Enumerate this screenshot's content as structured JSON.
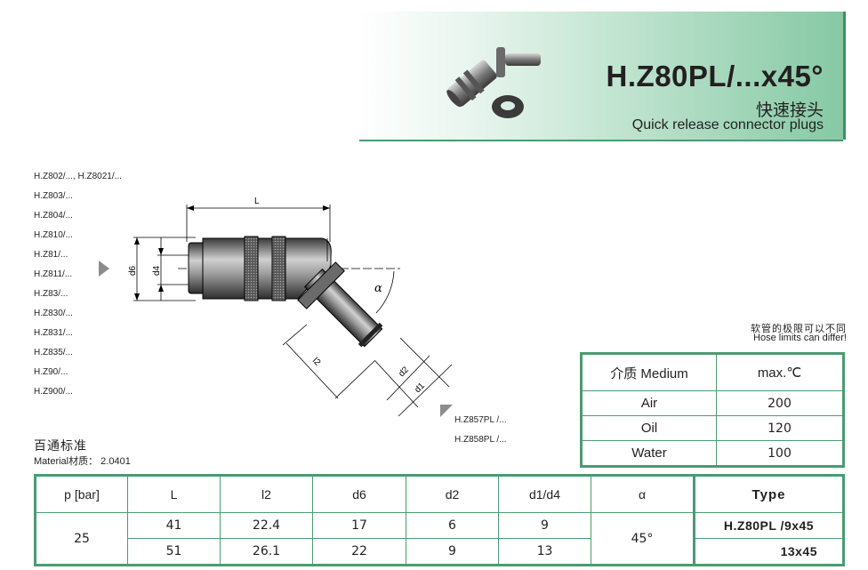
{
  "header": {
    "title": "H.Z80PL/...x45°",
    "subtitle_cn": "快速接头",
    "subtitle_en": "Quick release connector plugs",
    "accent_color": "#4a9b72"
  },
  "compatible_left": [
    "H.Z802/..., H.Z8021/...",
    "H.Z803/...",
    "H.Z804/...",
    "H.Z810/...",
    "H.Z81/...",
    "H.Z811/...",
    "H.Z83/...",
    "H.Z830/...",
    "H.Z831/...",
    "H.Z835/...",
    "H.Z90/...",
    "H.Z900/..."
  ],
  "compatible_right": [
    "H.Z857PL /...",
    "H.Z858PL /..."
  ],
  "drawing": {
    "labels": {
      "L": "L",
      "d6": "d6",
      "d4": "d4",
      "alpha": "α",
      "l2": "l2",
      "d2": "d2",
      "d1": "d1"
    }
  },
  "standard": {
    "title": "百通标准",
    "material": "Material材质： 2.0401"
  },
  "hose_note": {
    "cn": "软管的极限可以不同",
    "en": "Hose limits can differ!"
  },
  "medium_table": {
    "headers": [
      "介质 Medium",
      "max.℃"
    ],
    "rows": [
      [
        "Air",
        "200"
      ],
      [
        "Oil",
        "120"
      ],
      [
        "Water",
        "100"
      ]
    ]
  },
  "spec_table": {
    "headers": [
      "p [bar]",
      "L",
      "l2",
      "d6",
      "d2",
      "d1/d4",
      "α",
      "Type"
    ],
    "pressure": "25",
    "alpha": "45°",
    "rows": [
      {
        "L": "41",
        "l2": "22.4",
        "d6": "17",
        "d2": "6",
        "d1d4": "9",
        "type": "H.Z80PL /9x45"
      },
      {
        "L": "51",
        "l2": "26.1",
        "d6": "22",
        "d2": "9",
        "d1d4": "13",
        "type": "13x45"
      }
    ]
  }
}
